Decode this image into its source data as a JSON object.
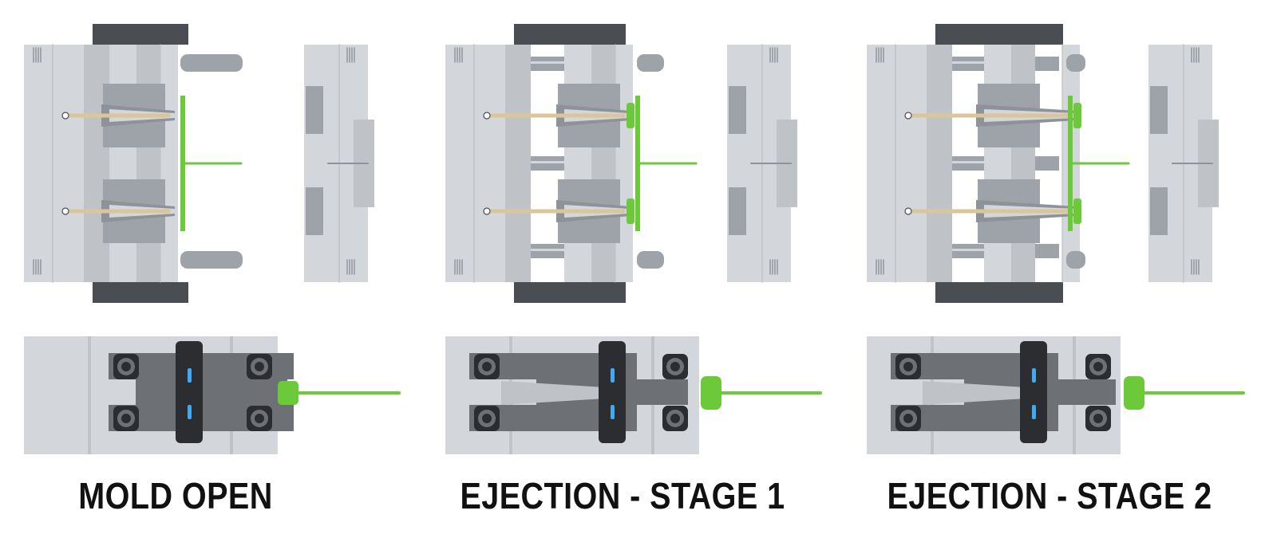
{
  "figure": {
    "panels": [
      {
        "id": "mold-open",
        "caption": "MOLD OPEN",
        "stage": 0
      },
      {
        "id": "ejection-stage-1",
        "caption": "EJECTION - STAGE 1",
        "stage": 1
      },
      {
        "id": "ejection-stage-2",
        "caption": "EJECTION - STAGE 2",
        "stage": 2
      }
    ]
  },
  "colors": {
    "steel_light": "#d3d6da",
    "steel_mid": "#bfc3c8",
    "steel_dark": "#9ea3a9",
    "steel_shade": "#8e9399",
    "clamp_dark": "#4a4d52",
    "clamp_black": "#2b2d30",
    "latch_bar": "#6d7075",
    "pin_gold": "#d9c79a",
    "part_green": "#6cc93a",
    "indicator_blue": "#3fa9f5",
    "caption_text": "#111111",
    "background": "#ffffff"
  }
}
